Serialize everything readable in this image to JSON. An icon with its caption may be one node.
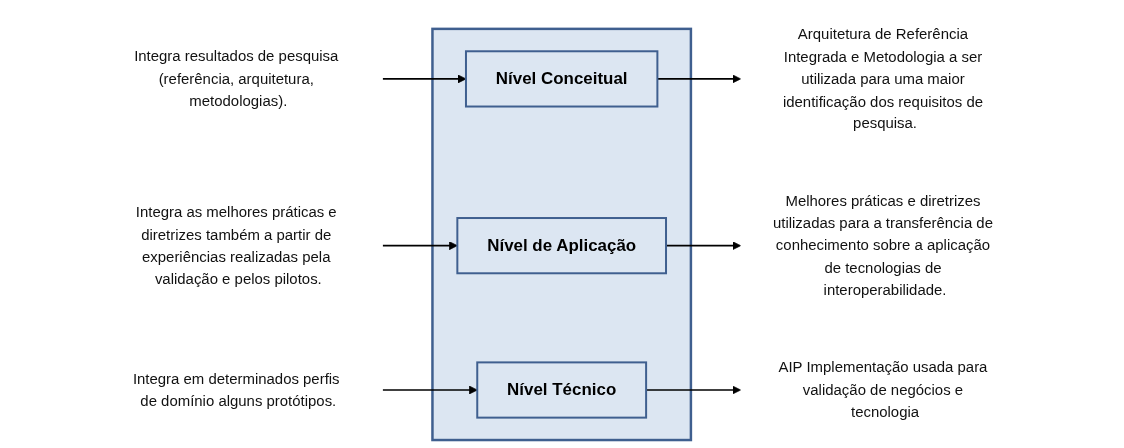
{
  "diagram": {
    "nodes": [
      {
        "text": [
          "Arquitetura de Referência Integrada e Metodologia a ser utilizada para uma maior identificação dos requisitos de pesquisa."
        ]
      },
      {
        "text": [
          "Integra resultados de pesquisa (referência, arquitetura, metodologias)."
        ]
      },
      {
        "text": [],
        "shape": "box"
      },
      {
        "text": [
          "Nível Conceitual"
        ],
        "in": 2
      },
      {
        "text": [
          "Nível de Aplicação"
        ],
        "in": 2
      },
      {
        "text": [
          "Nível Técnico"
        ],
        "in": 2
      },
      {
        "text": [
          "Integra as melhores práticas e diretrizes também a partir de experiências realizadas pela validação e pelos pilotos."
        ]
      },
      {
        "text": [
          "Integra em determinados perfis de domínio alguns protótipos."
        ]
      },
      {
        "text": [
          "AIP Implementação usada para validação de negócios e tecnologia"
        ]
      },
      {
        "text": [
          "Melhores práticas e diretrizes utilizadas para a transferência de conhecimento sobre a aplicação de tecnologias de interoperabilidade."
        ]
      }
    ],
    "edges": [
      {
        "from": 1,
        "to": 3,
        "arrow": "to"
      },
      {
        "from": 7,
        "to": 5,
        "arrow": "to"
      },
      {
        "from": 3,
        "to": 0,
        "arrow": "to"
      },
      {
        "from": 5,
        "to": 8,
        "arrow": "to"
      },
      {
        "from": 6,
        "to": 4,
        "arrow": "to"
      },
      {
        "from": 4,
        "to": 9,
        "arrow": "to"
      }
    ]
  }
}
